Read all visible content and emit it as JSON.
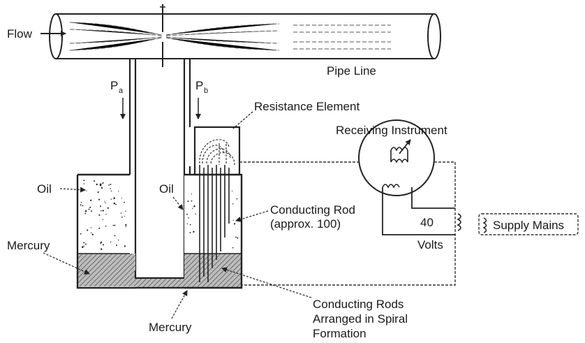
{
  "labels": {
    "flow": "Flow",
    "pipe_line": "Pipe Line",
    "pa_main": "P",
    "pa_sub": "a",
    "pb_main": "P",
    "pb_sub": "b",
    "resistance_element": "Resistance Element",
    "receiving_instrument": "Receiving Instrument",
    "oil_left": "Oil",
    "oil_right": "Oil",
    "conducting_rod_line1": "Conducting Rod",
    "conducting_rod_line2": "(approx. 100)",
    "mercury_left": "Mercury",
    "mercury_bottom": "Mercury",
    "forty": "40",
    "volts": "Volts",
    "supply_mains": "Supply Mains",
    "rods_spiral_line1": "Conducting Rods",
    "rods_spiral_line2": "Arranged in Spiral",
    "rods_spiral_line3": "Formation"
  },
  "colors": {
    "ink": "#222222",
    "mercury_hatch": "#6a6a6a",
    "paper": "#ffffff"
  }
}
